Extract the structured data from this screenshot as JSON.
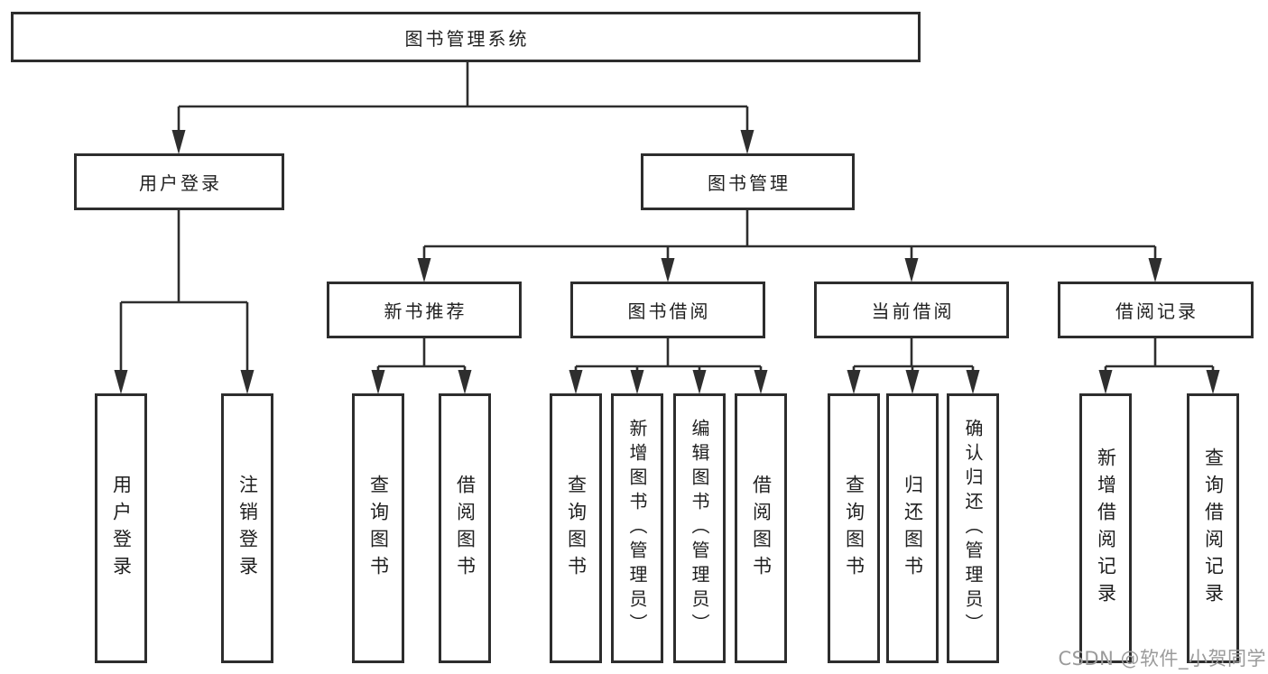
{
  "diagram_title": "图书管理系统",
  "watermark": "CSDN @软件_小贺同学",
  "colors": {
    "line": "#2e2e2e",
    "box_border": "#2d2d2d",
    "box_fill": "#ffffff",
    "text": "#1f1f1f",
    "watermark_gray": "#9b9b9b"
  },
  "nodes": {
    "root": "图书管理系统",
    "user_login": "用户登录",
    "book_management": "图书管理",
    "new_book_recommend": "新书推荐",
    "book_borrowing": "图书借阅",
    "current_borrowing": "当前借阅",
    "borrowing_records": "借阅记录",
    "user_login_leaf": "用户登录",
    "logout_leaf": "注销登录",
    "query_books_recommend": "查询图书",
    "borrow_books_recommend": "借阅图书",
    "query_books_borrowing": "查询图书",
    "add_books_admin": "新增图书（管理员）",
    "edit_books_admin": "编辑图书（管理员）",
    "borrow_books_borrowing": "借阅图书",
    "query_books_current": "查询图书",
    "return_books": "归还图书",
    "confirm_return_admin": "确认归还（管理员）",
    "add_borrow_record": "新增借阅记录",
    "query_borrow_record": "查询借阅记录"
  },
  "tree": {
    "root": "图书管理系统",
    "children": [
      {
        "label": "用户登录",
        "children": [
          "用户登录",
          "注销登录"
        ]
      },
      {
        "label": "图书管理",
        "children": [
          {
            "label": "新书推荐",
            "children": [
              "查询图书",
              "借阅图书"
            ]
          },
          {
            "label": "图书借阅",
            "children": [
              "查询图书",
              "新增图书（管理员）",
              "编辑图书（管理员）",
              "借阅图书"
            ]
          },
          {
            "label": "当前借阅",
            "children": [
              "查询图书",
              "归还图书",
              "确认归还（管理员）"
            ]
          },
          {
            "label": "借阅记录",
            "children": [
              "新增借阅记录",
              "查询借阅记录"
            ]
          }
        ]
      }
    ]
  }
}
